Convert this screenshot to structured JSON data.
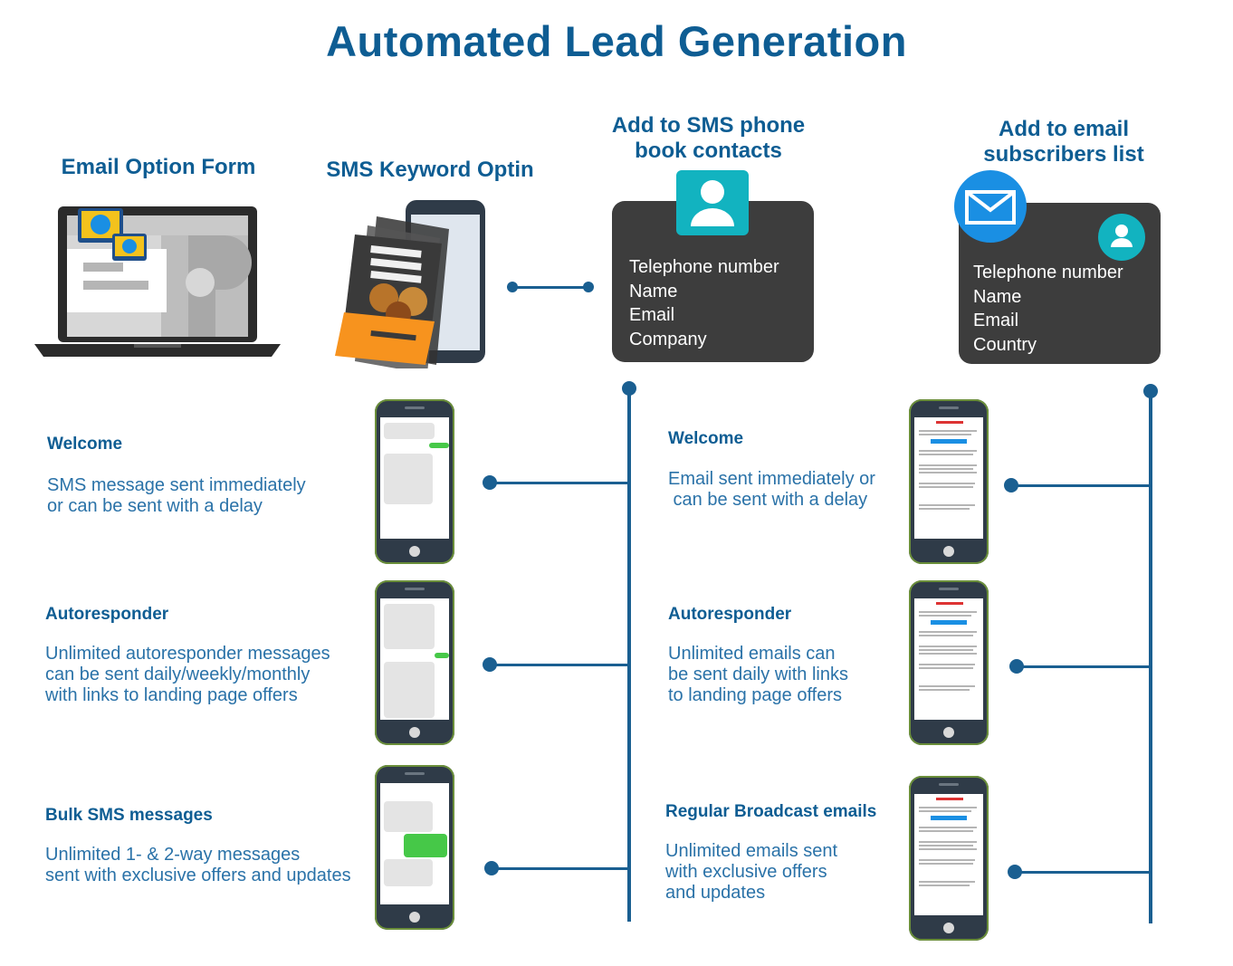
{
  "title": "Automated Lead Generation",
  "headers": {
    "email_form": "Email Option Form",
    "sms_keyword": "SMS Keyword Optin",
    "sms_phone_line1": "Add to SMS phone",
    "sms_phone_line2": "book contacts",
    "email_list_line1": "Add to email",
    "email_list_line2": "subscribers list"
  },
  "sms_card": {
    "fields": [
      "Telephone number",
      "Name",
      "Email",
      "Company"
    ]
  },
  "email_card": {
    "fields": [
      "Telephone number",
      "Name",
      "Email",
      "Country"
    ]
  },
  "sms_steps": [
    {
      "heading": "Welcome",
      "lines": [
        "SMS message sent immediately",
        "or can be sent with a delay"
      ]
    },
    {
      "heading": "Autoresponder",
      "lines": [
        "Unlimited autoresponder messages",
        "can be sent daily/weekly/monthly",
        "with links to landing page offers"
      ]
    },
    {
      "heading": "Bulk SMS messages",
      "lines": [
        "Unlimited 1- & 2-way messages",
        "sent with exclusive offers and updates"
      ]
    }
  ],
  "email_steps": [
    {
      "heading": "Welcome",
      "lines": [
        "Email sent immediately or",
        " can be sent with a delay"
      ]
    },
    {
      "heading": "Autoresponder",
      "lines": [
        "Unlimited emails can",
        "be sent daily with links",
        "to landing page offers"
      ]
    },
    {
      "heading": "Regular Broadcast emails",
      "lines": [
        "Unlimited emails sent",
        "with exclusive offers",
        "and updates"
      ]
    }
  ],
  "icons": {
    "laptop": "laptop-icon",
    "flyer": "flyer-phone-icon",
    "contact": "contact-person-icon",
    "envelope": "envelope-icon"
  },
  "colors": {
    "brand_blue": "#0e5d93",
    "text_blue": "#2a72a8",
    "card_bg": "#3d3d3d",
    "teal": "#12b3c0",
    "email_blue": "#1a8fe3"
  }
}
